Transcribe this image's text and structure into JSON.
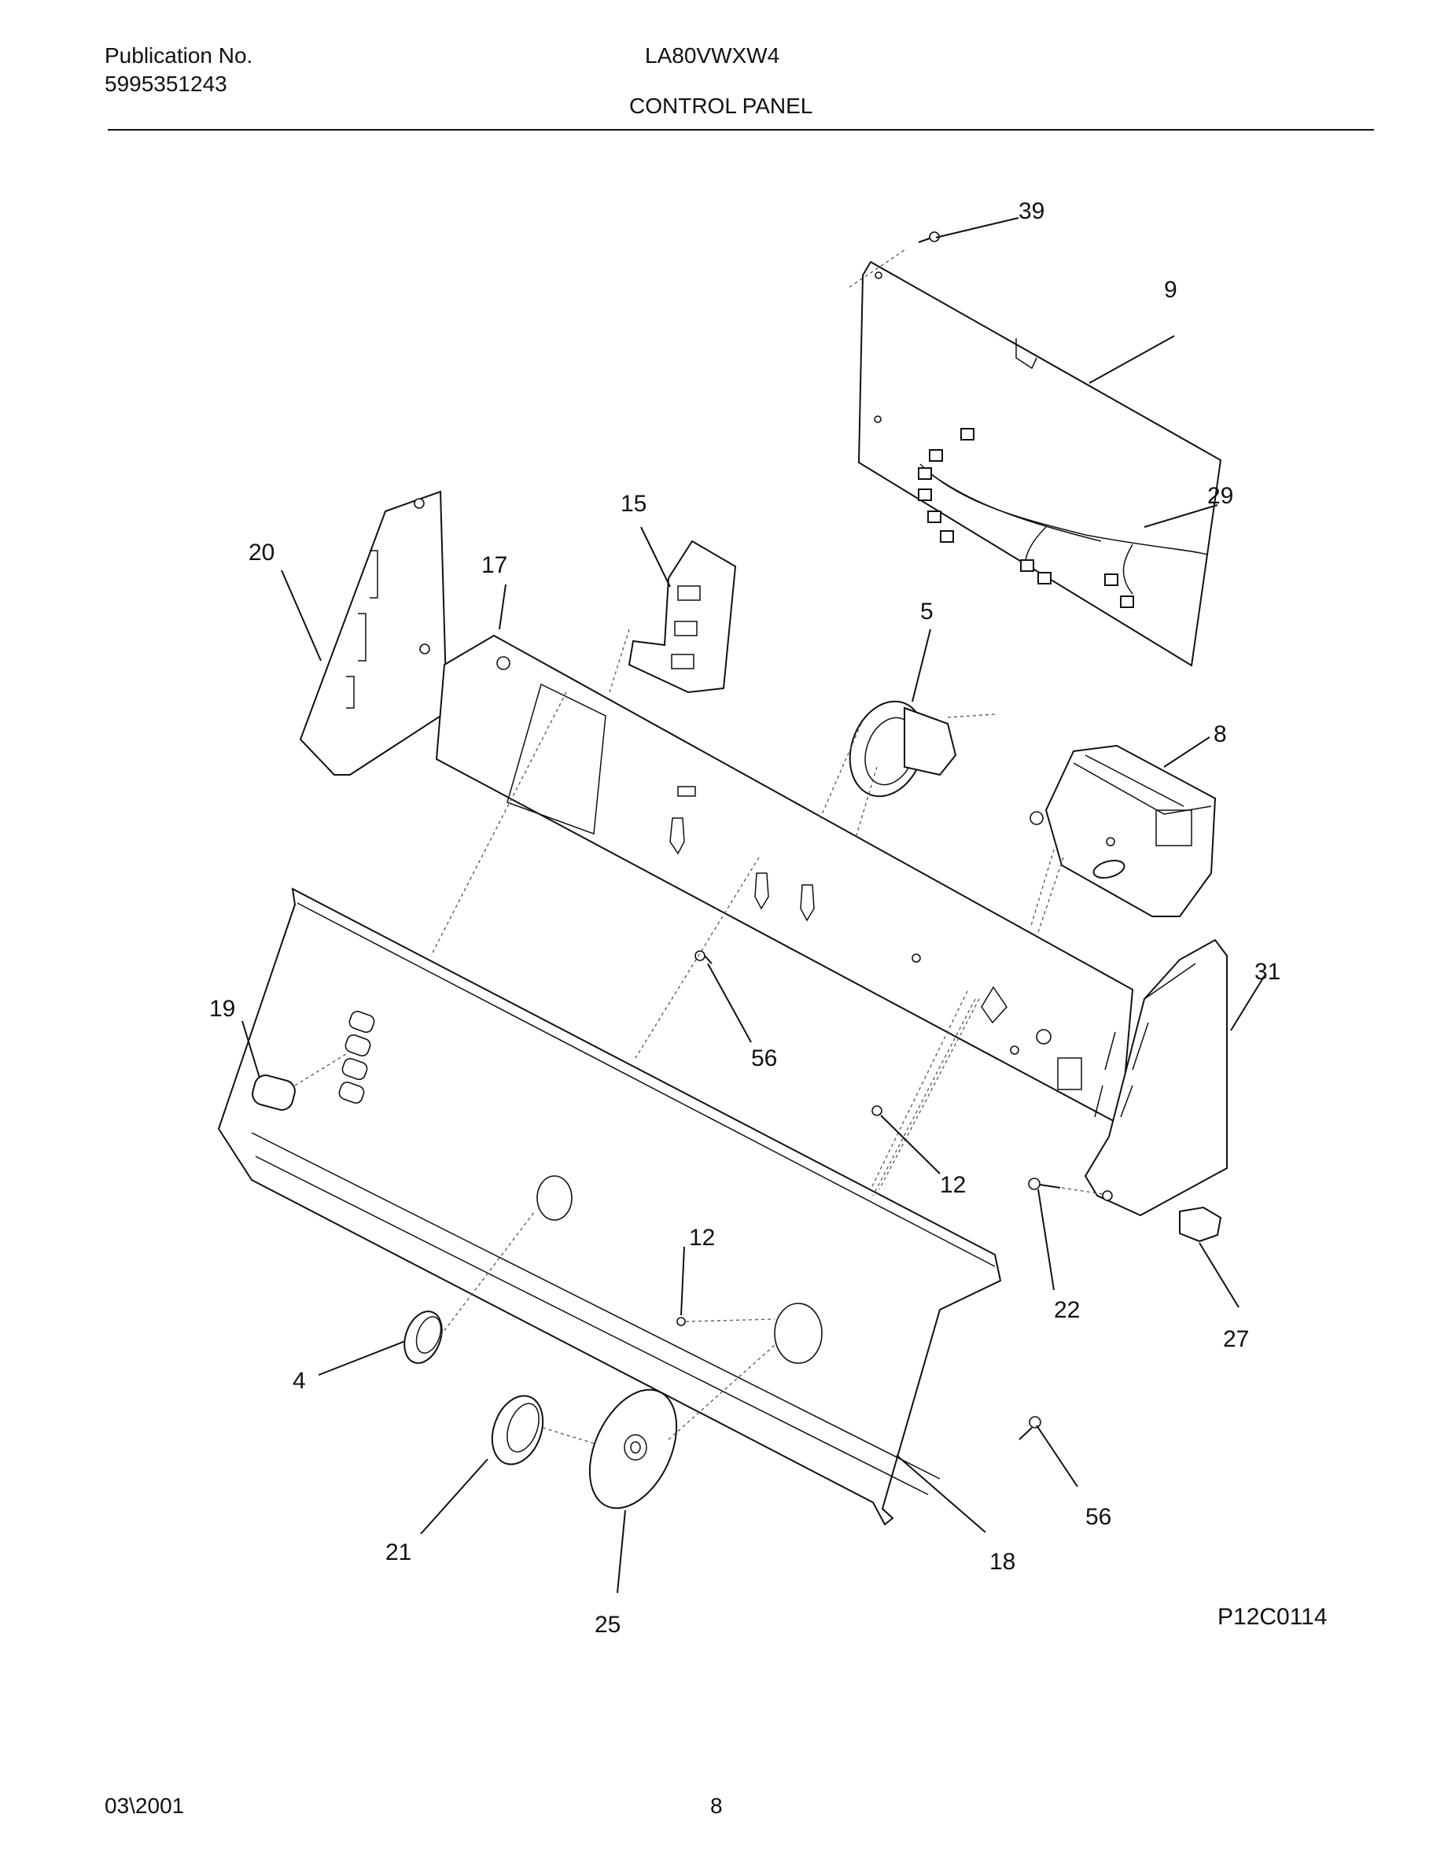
{
  "header": {
    "publication_label": "Publication No.",
    "publication_number": "5995351243",
    "model": "LA80VWXW4",
    "section_title": "CONTROL PANEL"
  },
  "footer": {
    "date": "03\\2001",
    "page": "8"
  },
  "figure": {
    "code": "P12C0114",
    "callouts": [
      "39",
      "9",
      "29",
      "15",
      "20",
      "17",
      "5",
      "8",
      "31",
      "19",
      "56",
      "12",
      "12",
      "22",
      "27",
      "4",
      "21",
      "25",
      "18",
      "56"
    ]
  }
}
